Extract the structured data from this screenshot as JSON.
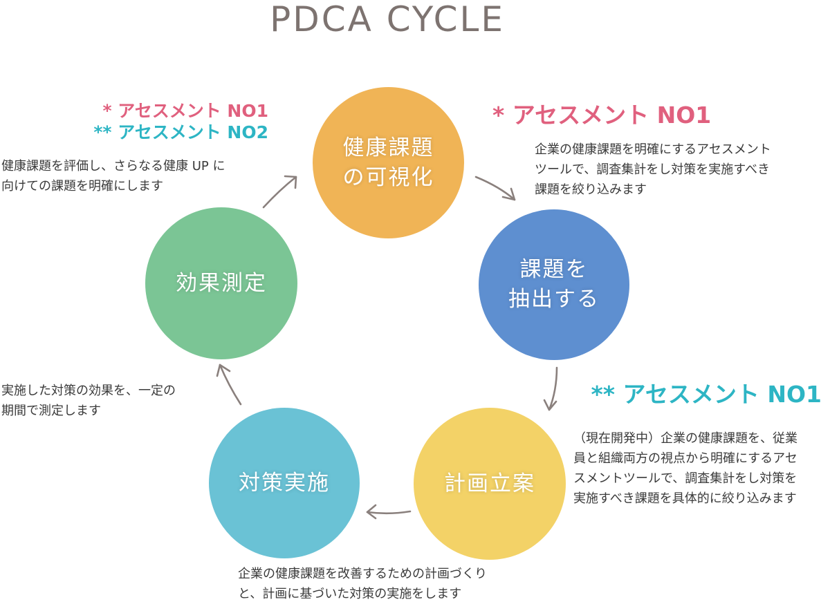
{
  "title": "PDCA CYCLE",
  "steps": [
    {
      "line1": "健康課題",
      "line2": "の可視化",
      "color": "#f0b456"
    },
    {
      "line1": "課題を",
      "line2": "抽出する",
      "color": "#5e8fd0"
    },
    {
      "line1": "計画立案",
      "color": "#f3d267"
    },
    {
      "line1": "対策実施",
      "color": "#6ac2d5"
    },
    {
      "line1": "効果測定",
      "color": "#7bc595"
    }
  ],
  "notes": {
    "top_left": {
      "heading1": "* アセスメント NO1",
      "heading2": "** アセスメント NO2",
      "line1": "健康課題を評価し、さらなる健康 UP に",
      "line2": "向けての課題を明確にします"
    },
    "top_right": {
      "heading": "* アセスメント NO1",
      "line1": "企業の健康課題を明確にするアセスメント",
      "line2": "ツールで、調査集計をし対策を実施すべき",
      "line3": "課題を絞り込みます"
    },
    "mid_right": {
      "heading": "** アセスメント NO1",
      "line1": "（現在開発中）企業の健康課題を、従業",
      "line2": "員と組織両方の視点から明確にするアセ",
      "line3": "スメントツールで、調査集計をし対策を",
      "line4": "実施すべき課題を具体的に絞り込みます"
    },
    "left": {
      "line1": "実施した対策の効果を、一定の",
      "line2": "期間で測定します"
    },
    "bottom": {
      "line1": "企業の健康課題を改善するための計画づくり",
      "line2": "と、計画に基づいた対策の実施をします"
    }
  },
  "colors": {
    "accent_pink": "#e0607e",
    "accent_cyan": "#2db5c4",
    "arrow": "#8a807d",
    "title": "#7d7370"
  }
}
